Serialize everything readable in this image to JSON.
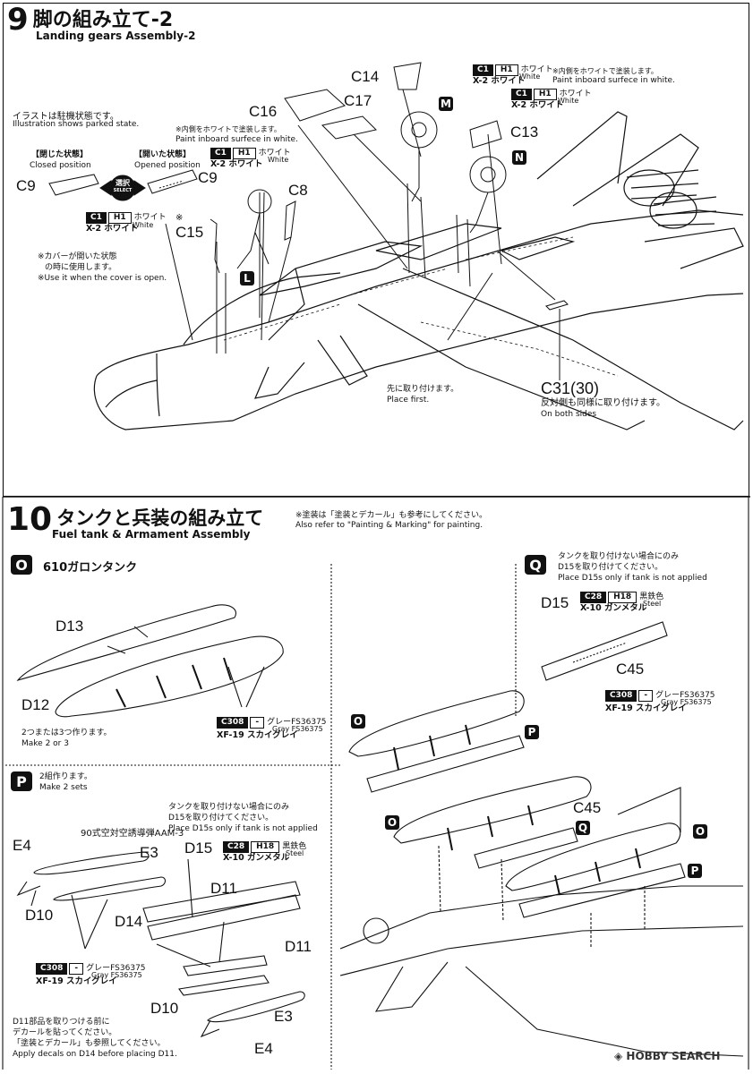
{
  "step9": {
    "number": "9",
    "title_jp": "脚の組み立て-2",
    "title_en": "Landing gears Assembly-2",
    "illustration_note_jp": "イラストは駐機状態です。",
    "illustration_note_en": "Illustration shows parked state.",
    "closed_jp": "【閉じた状態】",
    "closed_en": "Closed position",
    "opened_jp": "【開いた状態】",
    "opened_en": "Opened position",
    "select_jp": "選択",
    "select_en": "SELECT",
    "inboard_jp": "※内側をホワイトで塗装します。",
    "inboard_en": "Paint inboard surfece in white.",
    "inboard2_jp": "※内側をホワイトで塗装します。",
    "inboard2_en": "Paint inboard surfece in white.",
    "cover_note_jp1": "※カバーが開いた状態",
    "cover_note_jp2": "の時に使用します。",
    "cover_note_en": "※Use it when the cover is open.",
    "asterisk": "※",
    "place_first_jp": "先に取り付けます。",
    "place_first_en": "Place first.",
    "both_sides_jp": "反対側も同様に取り付けます。",
    "both_sides_en": "On both sides",
    "parts": {
      "c9a": "C9",
      "c9b": "C9",
      "c15": "C15",
      "c8": "C8",
      "c16": "C16",
      "c17": "C17",
      "c14": "C14",
      "c13": "C13",
      "c31": "C31(30)"
    },
    "badges": {
      "m": "M",
      "n": "N",
      "l": "L"
    }
  },
  "paint_white": {
    "code1": "C1",
    "code2": "H1",
    "jp": "ホワイト",
    "en": "White",
    "name": "X-2 ホワイト"
  },
  "step10": {
    "number": "10",
    "title_jp": "タンクと兵装の組み立て",
    "title_en": "Fuel tank & Armament Assembly",
    "note_jp": "※塗装は「塗装とデカール」も参考にしてください。",
    "note_en": "Also refer to \"Painting & Marking\" for painting.",
    "o_badge": "O",
    "o_title": "610ガロンタンク",
    "o_make_jp": "2つまたは3つ作ります。",
    "o_make_en": "Make 2 or 3",
    "p_badge": "P",
    "p_make_jp": "2組作ります。",
    "p_make_en": "Make 2 sets",
    "q_badge": "Q",
    "q_note_jp1": "タンクを取り付けない場合にのみ",
    "q_note_jp2": "D15を取り付けてください。",
    "q_note_en": "Place D15s only if tank is not applied",
    "p_tank_jp1": "タンクを取り付けない場合にのみ",
    "p_tank_jp2": "D15を取り付けてください。",
    "p_tank_en": "Place D15s only if tank is not applied",
    "missile_jp": "90式空対空誘導弾AAM-3",
    "decal_jp1": "D11部品を取りつける前に",
    "decal_jp2": "デカールを貼ってください。",
    "decal_jp3": "「塗装とデカール」も参照してください。",
    "decal_en": "Apply decals on D14 before placing D11.",
    "parts": {
      "d13": "D13",
      "d12": "D12",
      "d15a": "D15",
      "d15b": "D15",
      "c45a": "C45",
      "c45b": "C45",
      "e4a": "E4",
      "e3a": "E3",
      "d10a": "D10",
      "d14": "D14",
      "d11a": "D11",
      "d11b": "D11",
      "d10b": "D10",
      "e3b": "E3",
      "e4b": "E4"
    },
    "assembly_badges": {
      "o1": "O",
      "p1": "P",
      "o2": "O",
      "q1": "Q",
      "o3": "O",
      "p2": "P"
    }
  },
  "paint_gray": {
    "code1": "C308",
    "code2": "-",
    "jp": "グレーFS36375",
    "en": "Gray FS36375",
    "name": "XF-19 スカイグレイ"
  },
  "paint_steel": {
    "code1": "C28",
    "code2": "H18",
    "jp": "黒鉄色",
    "en": "Steel",
    "name": "X-10 ガンメタル"
  },
  "watermark": "HOBBY SEARCH"
}
